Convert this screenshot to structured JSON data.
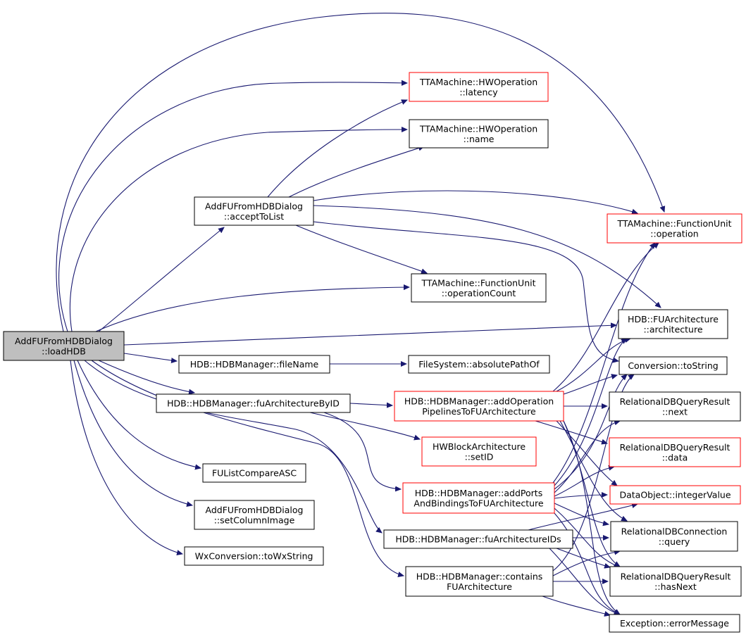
{
  "colors": {
    "edge": "#191970",
    "border": "#000000",
    "border_incomplete": "#ff0000",
    "root_fill": "#bfbfbf"
  },
  "nodes": [
    {
      "id": "root",
      "lines": [
        "AddFUFromHDBDialog",
        "::loadHDB"
      ],
      "style": "root"
    },
    {
      "id": "acceptToList",
      "lines": [
        "AddFUFromHDBDialog",
        "::acceptToList"
      ],
      "style": "normal"
    },
    {
      "id": "latency",
      "lines": [
        "TTAMachine::HWOperation",
        "::latency"
      ],
      "style": "red"
    },
    {
      "id": "hwname",
      "lines": [
        "TTAMachine::HWOperation",
        "::name"
      ],
      "style": "normal"
    },
    {
      "id": "fuOperation",
      "lines": [
        "TTAMachine::FunctionUnit",
        "::operation"
      ],
      "style": "red"
    },
    {
      "id": "operationCount",
      "lines": [
        "TTAMachine::FunctionUnit",
        "::operationCount"
      ],
      "style": "normal"
    },
    {
      "id": "architecture",
      "lines": [
        "HDB::FUArchitecture",
        "::architecture"
      ],
      "style": "normal"
    },
    {
      "id": "fileName",
      "lines": [
        "HDB::HDBManager::fileName"
      ],
      "style": "normal"
    },
    {
      "id": "absolutePathOf",
      "lines": [
        "FileSystem::absolutePathOf"
      ],
      "style": "normal"
    },
    {
      "id": "toString",
      "lines": [
        "Conversion::toString"
      ],
      "style": "normal"
    },
    {
      "id": "fuArchById",
      "lines": [
        "HDB::HDBManager::fuArchitectureByID"
      ],
      "style": "normal"
    },
    {
      "id": "addOpPipelines",
      "lines": [
        "HDB::HDBManager::addOperation",
        "PipelinesToFUArchitecture"
      ],
      "style": "red"
    },
    {
      "id": "next",
      "lines": [
        "RelationalDBQueryResult",
        "::next"
      ],
      "style": "normal"
    },
    {
      "id": "data",
      "lines": [
        "RelationalDBQueryResult",
        "::data"
      ],
      "style": "red"
    },
    {
      "id": "setID",
      "lines": [
        "HWBlockArchitecture",
        "::setID"
      ],
      "style": "red"
    },
    {
      "id": "fuListCompare",
      "lines": [
        "FUListCompareASC"
      ],
      "style": "normal"
    },
    {
      "id": "addPorts",
      "lines": [
        "HDB::HDBManager::addPorts",
        "AndBindingsToFUArchitecture"
      ],
      "style": "red"
    },
    {
      "id": "integerValue",
      "lines": [
        "DataObject::integerValue"
      ],
      "style": "red"
    },
    {
      "id": "setColumnImage",
      "lines": [
        "AddFUFromHDBDialog",
        "::setColumnImage"
      ],
      "style": "normal"
    },
    {
      "id": "fuArchIds",
      "lines": [
        "HDB::HDBManager::fuArchitectureIDs"
      ],
      "style": "normal"
    },
    {
      "id": "query",
      "lines": [
        "RelationalDBConnection",
        "::query"
      ],
      "style": "normal"
    },
    {
      "id": "toWxString",
      "lines": [
        "WxConversion::toWxString"
      ],
      "style": "normal"
    },
    {
      "id": "containsFU",
      "lines": [
        "HDB::HDBManager::contains",
        "FUArchitecture"
      ],
      "style": "normal"
    },
    {
      "id": "hasNext",
      "lines": [
        "RelationalDBQueryResult",
        "::hasNext"
      ],
      "style": "normal"
    },
    {
      "id": "errorMessage",
      "lines": [
        "Exception::errorMessage"
      ],
      "style": "normal"
    }
  ],
  "edges": [
    {
      "from": "root",
      "to": "acceptToList"
    },
    {
      "from": "root",
      "to": "latency"
    },
    {
      "from": "root",
      "to": "hwname"
    },
    {
      "from": "root",
      "to": "fuOperation"
    },
    {
      "from": "root",
      "to": "operationCount"
    },
    {
      "from": "root",
      "to": "architecture"
    },
    {
      "from": "root",
      "to": "fileName"
    },
    {
      "from": "root",
      "to": "fuArchById"
    },
    {
      "from": "root",
      "to": "fuListCompare"
    },
    {
      "from": "root",
      "to": "setColumnImage"
    },
    {
      "from": "root",
      "to": "toWxString"
    },
    {
      "from": "root",
      "to": "fuArchIds"
    },
    {
      "from": "root",
      "to": "containsFU"
    },
    {
      "from": "acceptToList",
      "to": "latency"
    },
    {
      "from": "acceptToList",
      "to": "hwname"
    },
    {
      "from": "acceptToList",
      "to": "fuOperation"
    },
    {
      "from": "acceptToList",
      "to": "operationCount"
    },
    {
      "from": "acceptToList",
      "to": "architecture"
    },
    {
      "from": "acceptToList",
      "to": "toString"
    },
    {
      "from": "fileName",
      "to": "absolutePathOf"
    },
    {
      "from": "fuArchById",
      "to": "addOpPipelines"
    },
    {
      "from": "fuArchById",
      "to": "setID"
    },
    {
      "from": "fuArchById",
      "to": "addPorts"
    },
    {
      "from": "addOpPipelines",
      "to": "fuOperation"
    },
    {
      "from": "addOpPipelines",
      "to": "architecture"
    },
    {
      "from": "addOpPipelines",
      "to": "toString"
    },
    {
      "from": "addOpPipelines",
      "to": "next"
    },
    {
      "from": "addOpPipelines",
      "to": "data"
    },
    {
      "from": "addOpPipelines",
      "to": "integerValue"
    },
    {
      "from": "addOpPipelines",
      "to": "query"
    },
    {
      "from": "addOpPipelines",
      "to": "hasNext"
    },
    {
      "from": "addOpPipelines",
      "to": "errorMessage"
    },
    {
      "from": "addPorts",
      "to": "fuOperation"
    },
    {
      "from": "addPorts",
      "to": "architecture"
    },
    {
      "from": "addPorts",
      "to": "toString"
    },
    {
      "from": "addPorts",
      "to": "next"
    },
    {
      "from": "addPorts",
      "to": "data"
    },
    {
      "from": "addPorts",
      "to": "integerValue"
    },
    {
      "from": "addPorts",
      "to": "query"
    },
    {
      "from": "addPorts",
      "to": "hasNext"
    },
    {
      "from": "addPorts",
      "to": "errorMessage"
    },
    {
      "from": "fuArchIds",
      "to": "integerValue"
    },
    {
      "from": "fuArchIds",
      "to": "query"
    },
    {
      "from": "fuArchIds",
      "to": "hasNext"
    },
    {
      "from": "fuArchIds",
      "to": "errorMessage"
    },
    {
      "from": "containsFU",
      "to": "toString"
    },
    {
      "from": "containsFU",
      "to": "query"
    },
    {
      "from": "containsFU",
      "to": "hasNext"
    },
    {
      "from": "containsFU",
      "to": "errorMessage"
    }
  ]
}
